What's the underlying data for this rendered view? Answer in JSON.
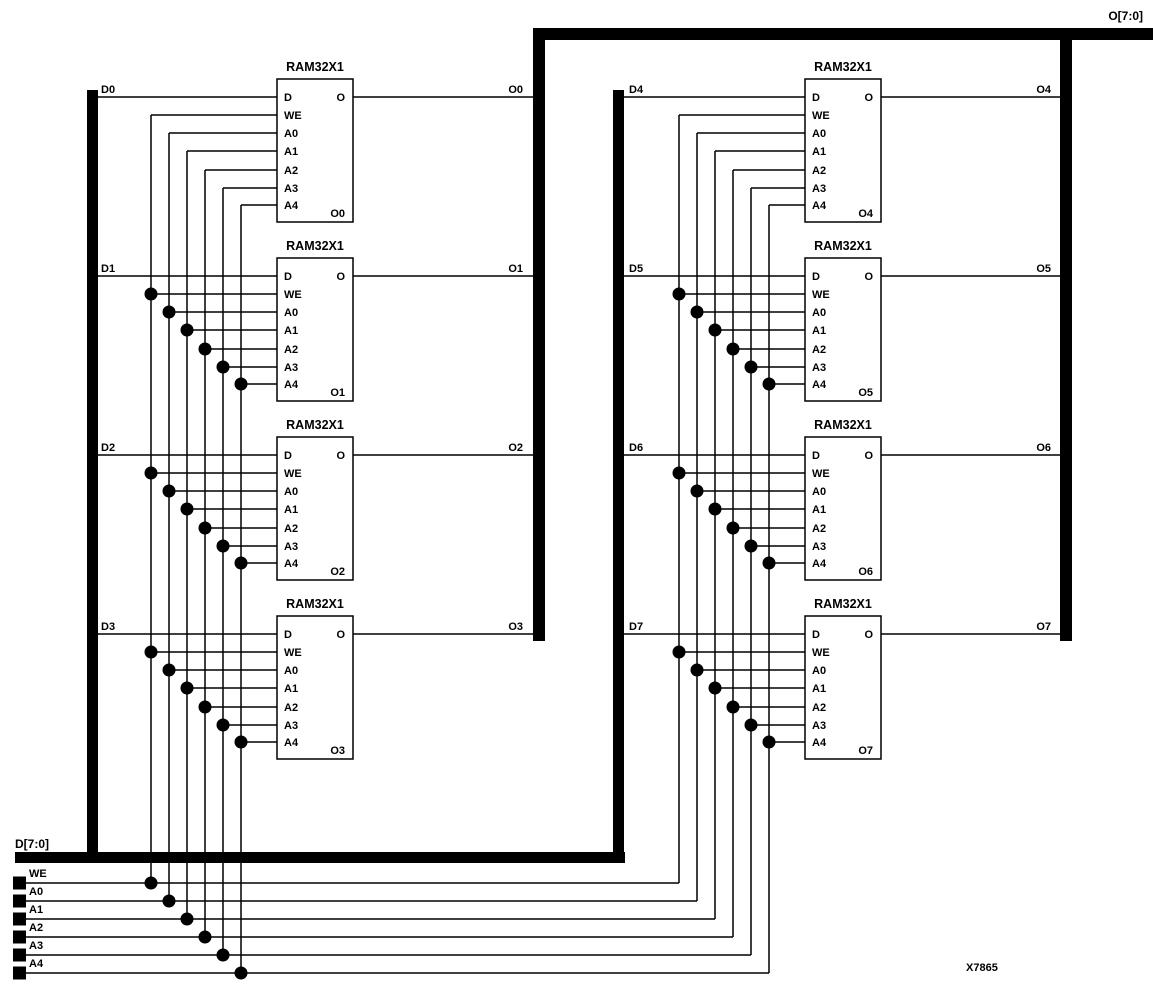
{
  "page": {
    "background": "#ffffff",
    "ink": "#000000"
  },
  "figure_number": "X7865",
  "output_bus": {
    "label": "O[7:0]"
  },
  "input_bus": {
    "label": "D[7:0]"
  },
  "control_signals": [
    {
      "label": "WE"
    },
    {
      "label": "A0"
    },
    {
      "label": "A1"
    },
    {
      "label": "A2"
    },
    {
      "label": "A3"
    },
    {
      "label": "A4"
    }
  ],
  "block": {
    "type_label": "RAM32X1",
    "left_pins": [
      "D",
      "WE",
      "A0",
      "A1",
      "A2",
      "A3",
      "A4"
    ],
    "right_pin": "O"
  },
  "instances": [
    {
      "input_label": "D0",
      "output_label": "O0",
      "slot_label": "O0"
    },
    {
      "input_label": "D1",
      "output_label": "O1",
      "slot_label": "O1"
    },
    {
      "input_label": "D2",
      "output_label": "O2",
      "slot_label": "O2"
    },
    {
      "input_label": "D3",
      "output_label": "O3",
      "slot_label": "O3"
    },
    {
      "input_label": "D4",
      "output_label": "O4",
      "slot_label": "O4"
    },
    {
      "input_label": "D5",
      "output_label": "O5",
      "slot_label": "O5"
    },
    {
      "input_label": "D6",
      "output_label": "O6",
      "slot_label": "O6"
    },
    {
      "input_label": "D7",
      "output_label": "O7",
      "slot_label": "O7"
    }
  ]
}
